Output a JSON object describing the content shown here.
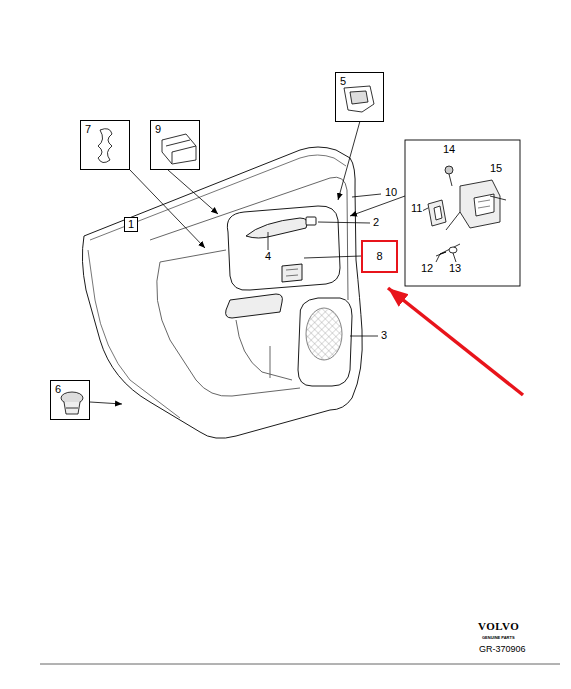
{
  "diagram": {
    "nodes": [
      {
        "text": [
          "5"
        ]
      },
      {
        "text": [
          "7"
        ]
      },
      {
        "text": [
          "9"
        ]
      },
      {
        "text": [
          "14",
          "15",
          "11",
          "12",
          "13"
        ]
      },
      {
        "text": [
          "1"
        ]
      },
      {
        "text": [
          "8"
        ]
      },
      {
        "text": [
          "6"
        ]
      }
    ],
    "labels": [
      "10",
      "2",
      "4",
      "3",
      "VOLVO",
      "GENUINE PARTS",
      "GR-370906"
    ]
  }
}
